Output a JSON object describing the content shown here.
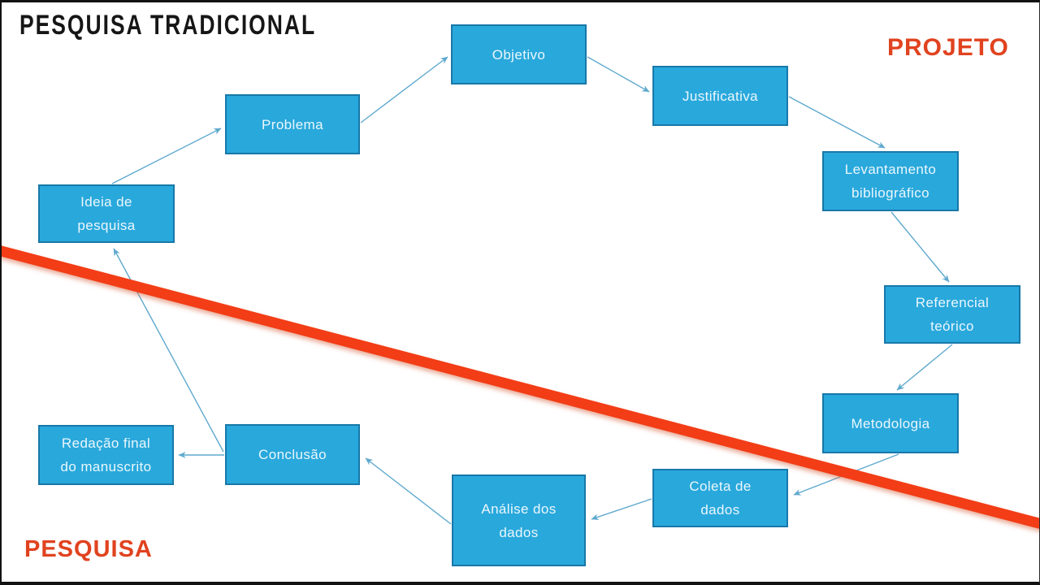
{
  "title": "PESQUISA TRADICIONAL",
  "region_labels": {
    "top_right": "PROJETO",
    "bottom_left": "PESQUISA"
  },
  "nodes": [
    {
      "id": "ideia",
      "label": "Ideia de\npesquisa"
    },
    {
      "id": "problema",
      "label": "Problema"
    },
    {
      "id": "objetivo",
      "label": "Objetivo"
    },
    {
      "id": "justificativa",
      "label": "Justificativa"
    },
    {
      "id": "levantamento",
      "label": "Levantamento\nbibliográfico"
    },
    {
      "id": "referencial",
      "label": "Referencial\nteórico"
    },
    {
      "id": "metodologia",
      "label": "Metodologia"
    },
    {
      "id": "coleta",
      "label": "Coleta de\ndados"
    },
    {
      "id": "analise",
      "label": "Análise dos\ndados"
    },
    {
      "id": "conclusao",
      "label": "Conclusão"
    },
    {
      "id": "redacao",
      "label": "Redação final\ndo manuscrito"
    }
  ],
  "edges": [
    {
      "from": "ideia",
      "to": "problema"
    },
    {
      "from": "problema",
      "to": "objetivo"
    },
    {
      "from": "objetivo",
      "to": "justificativa"
    },
    {
      "from": "justificativa",
      "to": "levantamento"
    },
    {
      "from": "levantamento",
      "to": "referencial"
    },
    {
      "from": "referencial",
      "to": "metodologia"
    },
    {
      "from": "metodologia",
      "to": "coleta"
    },
    {
      "from": "coleta",
      "to": "analise"
    },
    {
      "from": "analise",
      "to": "conclusao"
    },
    {
      "from": "conclusao",
      "to": "redacao"
    },
    {
      "from": "conclusao",
      "to": "ideia"
    }
  ],
  "colors": {
    "box_fill": "#29a8dc",
    "box_border": "#1878a8",
    "box_text": "#eaf7fc",
    "arrow": "#5fa9ce",
    "red_line": "#f23e14",
    "red_text": "#e0431f",
    "title_text": "#161616"
  }
}
